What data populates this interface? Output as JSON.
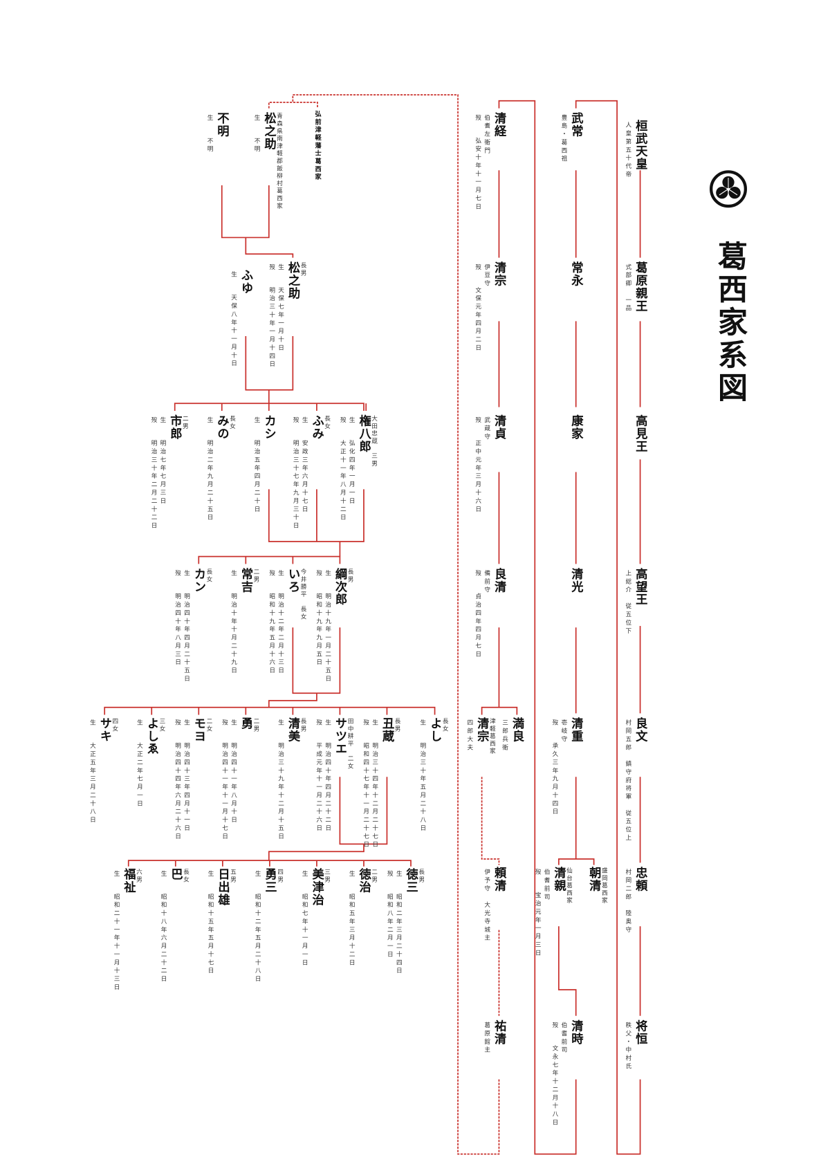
{
  "title": "葛西家系図",
  "colors": {
    "line": "#c9302c",
    "text": "#111111"
  },
  "labels": [
    "弘前津軽藩士葛西家"
  ],
  "people": [
    {
      "name": "桓武天皇",
      "notes": [
        {
          "text": "人皇第五十代帝"
        }
      ]
    },
    {
      "name": "葛原親王",
      "notes": [
        {
          "text": "式部卿　一品"
        }
      ]
    },
    {
      "name": "高見王"
    },
    {
      "name": "高望王",
      "notes": [
        {
          "text": "上総介　従五位下"
        }
      ]
    },
    {
      "name": "良文",
      "notes": [
        {
          "text": "村岡五郎　鎮守府将軍　従五位上"
        }
      ]
    },
    {
      "name": "忠頼",
      "notes": [
        {
          "text": "村岡二郎　陸奥守"
        }
      ]
    },
    {
      "name": "将恒",
      "notes": [
        {
          "text": "秩父・中村氏"
        }
      ]
    },
    {
      "name": "武常",
      "notes": [
        {
          "text": "豊島・葛西祖"
        }
      ]
    },
    {
      "name": "常永"
    },
    {
      "name": "康家"
    },
    {
      "name": "清光"
    },
    {
      "name": "清重",
      "notes": [
        {
          "text": "壱岐守"
        },
        {
          "label": "歿",
          "text": "承久三年九月十四日"
        }
      ]
    },
    {
      "name": "清親",
      "rel": "仙台葛西家",
      "notes": [
        {
          "text": "伯耆前司"
        },
        {
          "label": "歿",
          "text": "宝治元年一月三日"
        }
      ]
    },
    {
      "name": "朝清",
      "rel": "盛岡葛西家"
    },
    {
      "name": "清時",
      "notes": [
        {
          "text": "伯耆前司"
        },
        {
          "label": "歿",
          "text": "文永七年十二月十八日"
        }
      ]
    },
    {
      "name": "清経",
      "notes": [
        {
          "text": "伯耆左衛門"
        },
        {
          "label": "歿",
          "text": "弘安十年十一月七日"
        }
      ]
    },
    {
      "name": "清宗",
      "notes": [
        {
          "text": "伊豆守"
        },
        {
          "label": "歿",
          "text": "文保元年四月二日"
        }
      ]
    },
    {
      "name": "清貞",
      "notes": [
        {
          "text": "武蔵守"
        },
        {
          "label": "歿",
          "text": "正中元年三月十六日"
        }
      ]
    },
    {
      "name": "良清",
      "notes": [
        {
          "text": "備前守"
        },
        {
          "label": "歿",
          "text": "貞治四年四月七日"
        }
      ]
    },
    {
      "name": "清宗",
      "rel": "津軽葛西家",
      "notes": [
        {
          "text": "四郎大夫"
        }
      ]
    },
    {
      "name": "満良",
      "notes": [
        {
          "text": "三郎兵衛"
        }
      ]
    },
    {
      "name": "頼清",
      "notes": [
        {
          "text": "伊予守　大光寺城主"
        }
      ]
    },
    {
      "name": "祐清",
      "notes": [
        {
          "text": "葛原館主"
        }
      ]
    },
    {
      "name": "松之助",
      "rel": "青森県南津軽郡飯柳村葛西家",
      "notes": [
        {
          "label": "生",
          "text": "不明"
        }
      ]
    },
    {
      "name": "不明",
      "notes": [
        {
          "label": "生",
          "text": "不明"
        }
      ]
    },
    {
      "name": "松之助",
      "rel": "長男",
      "notes": [
        {
          "label": "生",
          "text": "天保七年一月十日"
        },
        {
          "label": "歿",
          "text": "明治三十年一月十四日"
        }
      ]
    },
    {
      "name": "ふゆ",
      "notes": [
        {
          "label": "生",
          "text": "天保八年十一月十日"
        }
      ]
    },
    {
      "name": "市郎",
      "rel": "二男",
      "notes": [
        {
          "label": "生",
          "text": "明治七年七月三日"
        },
        {
          "label": "歿",
          "text": "明治三十年二月二十二日"
        }
      ]
    },
    {
      "name": "みの",
      "rel": "長女",
      "notes": [
        {
          "label": "生",
          "text": "明治二年九月二十五日"
        }
      ]
    },
    {
      "name": "カシ",
      "notes": [
        {
          "label": "生",
          "text": "明治五年四月二十日"
        }
      ]
    },
    {
      "name": "ふみ",
      "rel": "長女",
      "notes": [
        {
          "label": "生",
          "text": "安政三年六月十七日"
        },
        {
          "label": "歿",
          "text": "明治三十七年九月三十日"
        }
      ]
    },
    {
      "name": "権八郎",
      "rel": "大田忠蔵　三男",
      "notes": [
        {
          "label": "生",
          "text": "弘化四年一月一日"
        },
        {
          "label": "歿",
          "text": "大正十一年八月十二日"
        }
      ]
    },
    {
      "name": "カン",
      "rel": "長女",
      "notes": [
        {
          "label": "生",
          "text": "明治四十年四月二十五日"
        },
        {
          "label": "歿",
          "text": "明治四十年八月三日"
        }
      ]
    },
    {
      "name": "常吉",
      "rel": "二男",
      "notes": [
        {
          "label": "生",
          "text": "明治十年十月二十九日"
        }
      ]
    },
    {
      "name": "いろ",
      "rel": "今井勝平　長女",
      "notes": [
        {
          "label": "生",
          "text": "明治十二年二月十三日"
        },
        {
          "label": "歿",
          "text": "昭和十九年五月十六日"
        }
      ]
    },
    {
      "name": "綱次郎",
      "rel": "長男",
      "notes": [
        {
          "label": "生",
          "text": "明治十九年一月二十五日"
        },
        {
          "label": "歿",
          "text": "昭和十九年九月五日"
        }
      ]
    },
    {
      "name": "サキ",
      "rel": "四女",
      "notes": [
        {
          "label": "生",
          "text": "大正五年三月二十八日"
        }
      ]
    },
    {
      "name": "よしゑ",
      "rel": "三女",
      "notes": [
        {
          "label": "生",
          "text": "大正二年七月一日"
        }
      ]
    },
    {
      "name": "モヨ",
      "rel": "二女",
      "notes": [
        {
          "label": "生",
          "text": "明治四十三年四月十一日"
        },
        {
          "label": "歿",
          "text": "明治四十四年六月二十六日"
        }
      ]
    },
    {
      "name": "勇",
      "rel": "二男",
      "notes": [
        {
          "label": "生",
          "text": "明治四十一年八月十日"
        },
        {
          "label": "歿",
          "text": "明治四十一年十一月十七日"
        }
      ]
    },
    {
      "name": "清美",
      "rel": "長男",
      "notes": [
        {
          "label": "生",
          "text": "明治三十九年十二月十五日"
        }
      ]
    },
    {
      "name": "サツエ",
      "rel": "田中耕平　二女",
      "notes": [
        {
          "label": "生",
          "text": "明治四十年四月二十二日"
        },
        {
          "label": "歿",
          "text": "平成元年十一月二十六日"
        }
      ]
    },
    {
      "name": "丑蔵",
      "rel": "長男",
      "notes": [
        {
          "label": "生",
          "text": "明治三十四年十二月二十七日"
        },
        {
          "label": "歿",
          "text": "昭和四十七年十一月二十七日"
        }
      ]
    },
    {
      "name": "よし",
      "rel": "長女",
      "notes": [
        {
          "label": "生",
          "text": "明治三十年五月二十八日"
        }
      ]
    },
    {
      "name": "福祉",
      "rel": "六男",
      "notes": [
        {
          "label": "生",
          "text": "昭和二十一年十一月十三日"
        }
      ]
    },
    {
      "name": "巴",
      "rel": "長女",
      "notes": [
        {
          "label": "生",
          "text": "昭和十八年六月二十二日"
        }
      ]
    },
    {
      "name": "日出雄",
      "rel": "五男",
      "notes": [
        {
          "label": "生",
          "text": "昭和十五年五月十七日"
        }
      ]
    },
    {
      "name": "勇三",
      "rel": "四男",
      "notes": [
        {
          "label": "生",
          "text": "昭和十二年五月二十八日"
        }
      ]
    },
    {
      "name": "美津治",
      "rel": "三男",
      "notes": [
        {
          "label": "生",
          "text": "昭和七年十一月一日"
        }
      ]
    },
    {
      "name": "徳治",
      "rel": "二男",
      "notes": [
        {
          "label": "生",
          "text": "昭和五年三月十二日"
        }
      ]
    },
    {
      "name": "徳三",
      "rel": "長男",
      "notes": [
        {
          "label": "生",
          "text": "昭和二年三月二十四日"
        },
        {
          "label": "歿",
          "text": "昭和八年二月一日"
        }
      ]
    }
  ]
}
